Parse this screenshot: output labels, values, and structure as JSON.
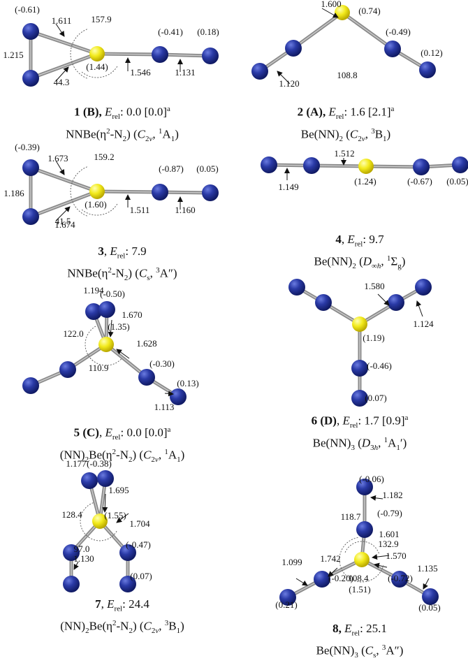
{
  "structures": [
    {
      "id": "s1",
      "caption": {
        "num": "1",
        "tag": " (B),",
        "erel": "0.0",
        "bracket": " [0.0]",
        "sup": "a",
        "formula_html": "NNBe(η<sup>2</sup>-N<sub>2</sub>) (<i>C</i><sub>2<i>v</i></sub>, <sup>1</sup>A<sub>1</sub>)"
      },
      "labels": [
        "(-0.61)",
        "1.611",
        "157.9",
        "(-0.41)",
        "(0.18)",
        "1.215",
        "44.3",
        "(1.44)",
        "1.546",
        "1.131"
      ]
    },
    {
      "id": "s2",
      "caption": {
        "num": "2",
        "tag": " (A),",
        "erel": "1.6",
        "bracket": " [2.1]",
        "sup": "a",
        "formula_html": "Be(NN)<sub>2</sub> (<i>C</i><sub>2<i>v</i></sub>, <sup>3</sup>B<sub>1</sub>)"
      },
      "labels": [
        "1.600",
        "(0.74)",
        "(-0.49)",
        "108.8",
        "(0.12)",
        "1.120"
      ]
    },
    {
      "id": "s3",
      "caption": {
        "num": "3",
        "tag": ",",
        "erel": "7.9",
        "bracket": "",
        "sup": "",
        "formula_html": "NNBe(η<sup>2</sup>-N<sub>2</sub>) (<i>C</i><sub>s</sub>, <sup>3</sup>A″)"
      },
      "labels": [
        "(-0.39)",
        "1.673",
        "159.2",
        "(-0.87)",
        "(0.05)",
        "1.186",
        "41.5",
        "(1.60)",
        "1.511",
        "1.160",
        "1.674"
      ]
    },
    {
      "id": "s4",
      "caption": {
        "num": "4",
        "tag": ",",
        "erel": "9.7",
        "bracket": "",
        "sup": "",
        "formula_html": "Be(NN)<sub>2</sub> (<i>D</i><sub>∞<i>h</i></sub>, <sup>1</sup>Σ<sub>g</sub>)"
      },
      "labels": [
        "1.512",
        "1.149",
        "(1.24)",
        "(-0.67)",
        "(0.05)"
      ]
    },
    {
      "id": "s5",
      "caption": {
        "num": "5",
        "tag": " (C),",
        "erel": "0.0",
        "bracket": " [0.0]",
        "sup": "a",
        "formula_html": "(NN)<sub>2</sub>Be(η<sup>2</sup>-N<sub>2</sub>) (<i>C</i><sub>2<i>v</i></sub>, <sup>1</sup>A<sub>1</sub>)"
      },
      "labels": [
        "1.194",
        "(-0.50)",
        "1.670",
        "122.0",
        "(1.35)",
        "1.628",
        "(-0.30)",
        "110.9",
        "(0.13)",
        "1.113"
      ]
    },
    {
      "id": "s6",
      "caption": {
        "num": "6",
        "tag": " (D),",
        "erel": "1.7",
        "bracket": " [0.9]",
        "sup": "a",
        "formula_html": "Be(NN)<sub>3</sub> (<i>D</i><sub>3<i>h</i></sub>, <sup>1</sup>A<sub>1</sub>′)"
      },
      "labels": [
        "1.580",
        "1.124",
        "(1.19)",
        "(-0.46)",
        "(0.07)"
      ]
    },
    {
      "id": "s7",
      "caption": {
        "num": "7",
        "tag": ",",
        "erel": "24.4",
        "bracket": "",
        "sup": "",
        "formula_html": "(NN)<sub>2</sub>Be(η<sup>2</sup>-N<sub>2</sub>) (<i>C</i><sub>2<i>v</i></sub>, <sup>3</sup>B<sub>1</sub>)"
      },
      "labels": [
        "1.177",
        "(-0.38)",
        "1.695",
        "128.4",
        "(1.55)",
        "1.704",
        "(-0.47)",
        "97.0",
        "1.130",
        "(0.07)"
      ]
    },
    {
      "id": "s8",
      "caption": {
        "num": "8",
        "tag": ",",
        "erel": "25.1",
        "bracket": "",
        "sup": "",
        "formula_html": "Be(NN)<sub>3</sub> (<i>C</i><sub>s</sub>, <sup>3</sup>A″)"
      },
      "labels": [
        "(-0.06)",
        "1.182",
        "(-0.79)",
        "118.7",
        "1.601",
        "132.9",
        "1.570",
        "1.099",
        "1.742",
        "1.135",
        "108.4",
        "(0.21)",
        "(-0.20)",
        "(1.51)",
        "(-0.72)",
        "(0.05)"
      ]
    }
  ],
  "colors": {
    "nitrogen": "#1f2f8f",
    "beryllium": "#f2ea1c",
    "bond": "#8a8a8a",
    "text": "#111111"
  },
  "erel_label": "E",
  "erel_sub": "rel"
}
